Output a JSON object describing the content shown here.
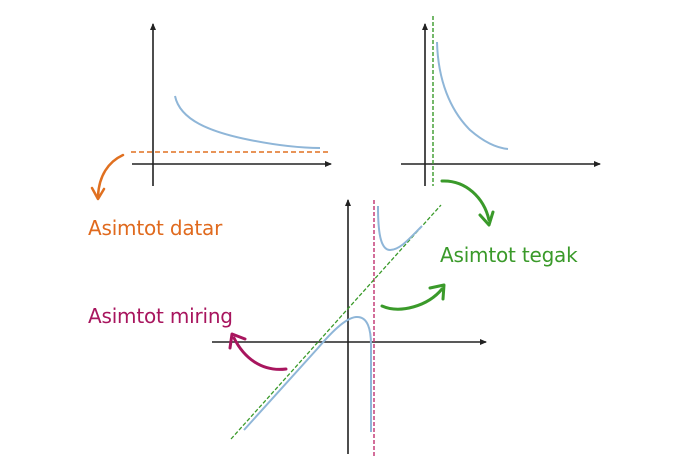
{
  "labels": {
    "horizontal_asymptote": "Asimtot datar",
    "vertical_asymptote": "Asimtot tegak",
    "oblique_asymptote": "Asimtot miring"
  },
  "colors": {
    "axis": "#222222",
    "curve": "#8FB6D8",
    "horizontal_asymptote": "#E07020",
    "vertical_asymptote_green": "#3A9A2A",
    "vertical_asymptote_magenta": "#C0306F",
    "oblique_asymptote": "#3A9A2A",
    "label_datar": "#E06A1E",
    "label_tegak": "#3A9A2A",
    "label_miring": "#A8155E"
  },
  "panels": [
    {
      "name": "horizontal-asymptote-graph",
      "asymptote": "y = c (horizontal dashed line)"
    },
    {
      "name": "vertical-asymptote-graph",
      "asymptote": "x = c (vertical dashed line)"
    },
    {
      "name": "oblique-and-vertical-asymptote-graph",
      "asymptote": "y = mx + b (oblique dashed line) and x = c (vertical dashed line)"
    }
  ]
}
